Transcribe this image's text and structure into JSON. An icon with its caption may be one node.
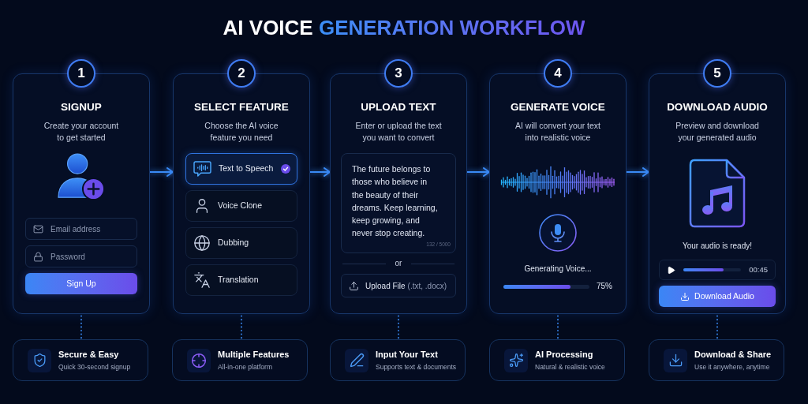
{
  "diagram": {
    "title": "AI VOICE GENERATION WORKFLOW",
    "nodes": [
      {
        "text": [
          "1"
        ]
      },
      {
        "text": [
          "SIGNUP",
          "Create your account to get started"
        ]
      },
      {
        "text": [
          "Email address"
        ],
        "in": 1
      },
      {
        "text": [
          "Password"
        ],
        "in": 1
      },
      {
        "text": [
          "Sign Up"
        ],
        "in": 1
      },
      {
        "text": [
          "2"
        ]
      },
      {
        "text": [
          "SELECT FEATURE",
          "Choose the AI voice feature you need"
        ]
      },
      {
        "text": [
          "Text to Speech"
        ],
        "in": 6
      },
      {
        "text": [
          "Voice Clone"
        ],
        "in": 6
      },
      {
        "text": [
          "Dubbing"
        ],
        "in": 6
      },
      {
        "text": [
          "Translation"
        ],
        "in": 6
      },
      {
        "text": [
          "3"
        ]
      },
      {
        "text": [
          "UPLOAD TEXT",
          "Enter or upload the text you want to convert",
          "or"
        ]
      },
      {
        "text": [
          "The future belongs to those who believe in the beauty of their dreams. Keep learning, keep growing, and never stop creating.",
          "132 / 5000"
        ],
        "in": 12
      },
      {
        "text": [
          "Upload File",
          "(.txt, .docx)"
        ],
        "in": 12
      },
      {
        "text": [
          "4"
        ]
      },
      {
        "text": [
          "GENERATE VOICE",
          "AI will convert your text into realistic voice",
          "Generating Voice...",
          "75%"
        ]
      },
      {
        "text": [
          "5"
        ]
      },
      {
        "text": [
          "DOWNLOAD AUDIO",
          "Preview and download your generated audio",
          "Your audio is ready!"
        ]
      },
      {
        "text": [
          "00:45"
        ],
        "in": 18
      },
      {
        "text": [
          "Download Audio"
        ],
        "in": 18
      },
      {
        "text": [
          "Secure & Easy",
          "Quick 30-second signup"
        ]
      },
      {
        "text": [
          "Multiple Features",
          "All-in-one platform"
        ]
      },
      {
        "text": [
          "Input Your Text",
          "Supports text & documents"
        ]
      },
      {
        "text": [
          "AI Processing",
          "Natural & realistic voice"
        ]
      },
      {
        "text": [
          "Download & Share",
          "Use it anywhere, anytime"
        ]
      }
    ],
    "edges": [
      {
        "from": 1,
        "to": 6,
        "arrow": "to"
      },
      {
        "from": 6,
        "to": 12,
        "arrow": "to"
      },
      {
        "from": 12,
        "to": 16,
        "arrow": "to"
      },
      {
        "from": 16,
        "to": 18,
        "arrow": "to"
      },
      {
        "from": 1,
        "to": 21,
        "arrow": "none",
        "style": "dashed"
      },
      {
        "from": 6,
        "to": 22,
        "arrow": "none",
        "style": "dashed"
      },
      {
        "from": 12,
        "to": 23,
        "arrow": "none",
        "style": "dashed"
      },
      {
        "from": 16,
        "to": 24,
        "arrow": "none",
        "style": "dashed"
      },
      {
        "from": 18,
        "to": 25,
        "arrow": "none",
        "style": "dashed"
      }
    ]
  }
}
